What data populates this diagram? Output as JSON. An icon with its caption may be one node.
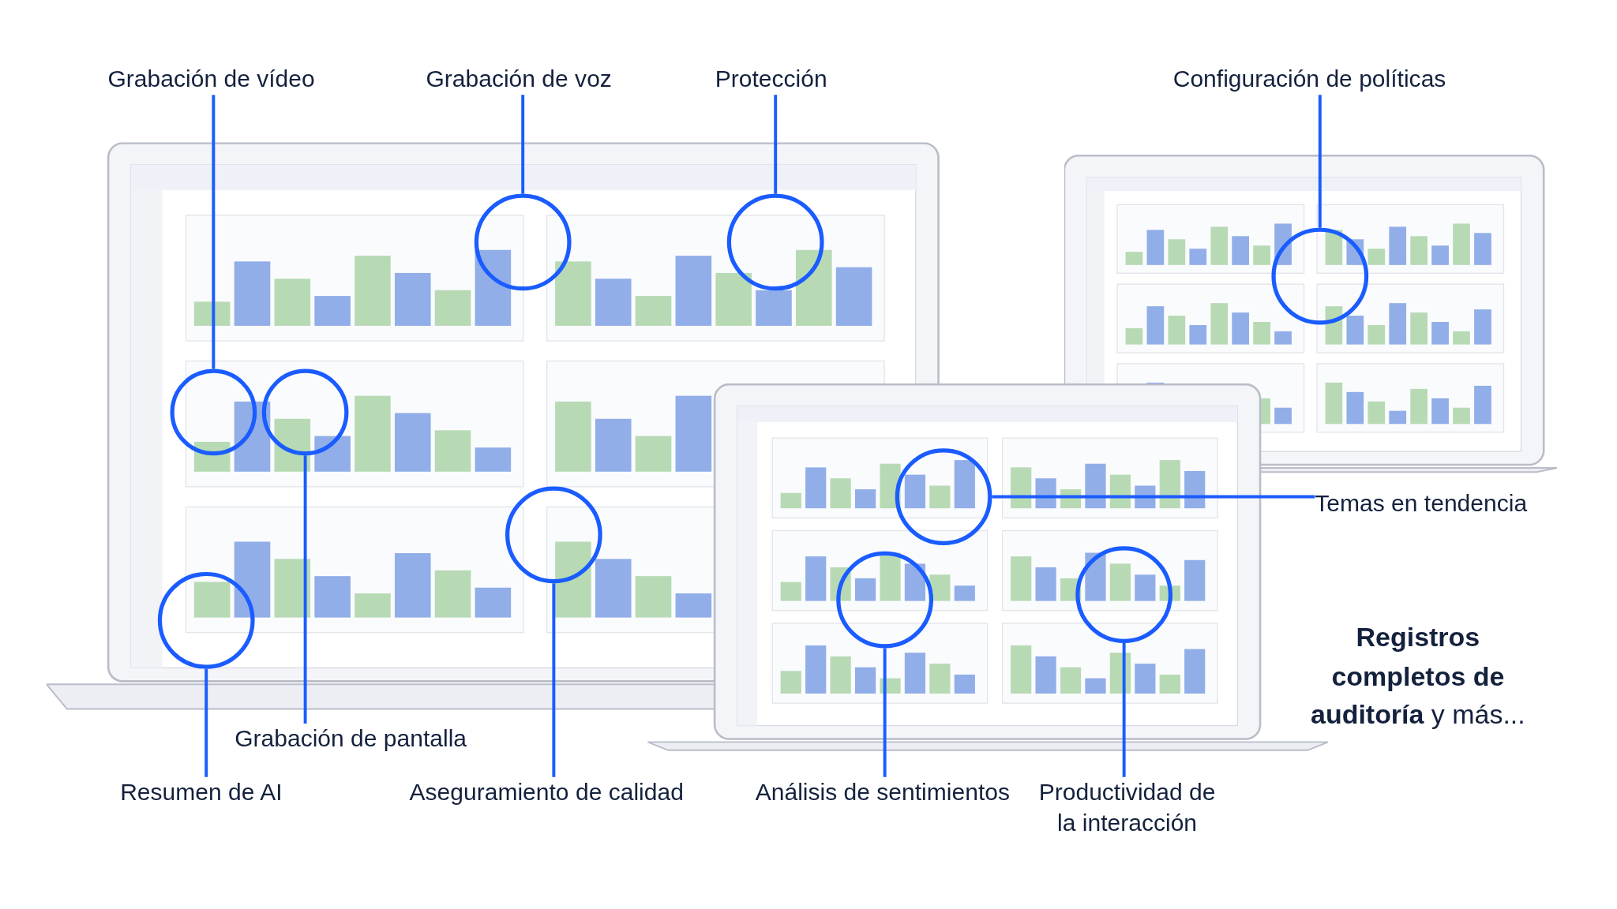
{
  "diagram": {
    "nodes": [
      {
        "text": [
          "Grabación de vídeo"
        ]
      },
      {
        "text": [
          "Grabación de voz"
        ]
      },
      {
        "text": [
          "Protección"
        ]
      },
      {
        "text": [
          "Configuración de políticas"
        ]
      },
      {
        "text": [
          "Temas en tendencia"
        ]
      },
      {
        "text": [
          "Grabación de pantalla"
        ]
      },
      {
        "text": [
          "Resumen de AI"
        ]
      },
      {
        "text": [
          "Aseguramiento de calidad"
        ]
      },
      {
        "text": [
          "Análisis de sentimientos"
        ]
      },
      {
        "text": [
          "Productividad de la interacción"
        ]
      },
      {
        "text": [],
        "shape": "picture"
      },
      {
        "text": [],
        "shape": "picture"
      },
      {
        "text": [],
        "shape": "picture"
      },
      {
        "text": [],
        "shape": "circle",
        "in": 10
      },
      {
        "text": [],
        "shape": "circle",
        "in": 10
      },
      {
        "text": [],
        "shape": "circle",
        "in": 10
      },
      {
        "text": [],
        "shape": "circle",
        "in": 11
      },
      {
        "text": [],
        "shape": "circle",
        "in": 12
      },
      {
        "text": [],
        "shape": "circle",
        "in": 10
      },
      {
        "text": [],
        "shape": "circle",
        "in": 10
      },
      {
        "text": [],
        "shape": "circle",
        "in": 10
      },
      {
        "text": [],
        "shape": "circle"
      },
      {
        "text": [],
        "shape": "circle",
        "in": 12
      }
    ],
    "edges": [
      {
        "from": 0,
        "to": 13,
        "arrow": "none"
      },
      {
        "from": 1,
        "to": 14,
        "arrow": "none"
      },
      {
        "from": 2,
        "to": 15,
        "arrow": "none"
      },
      {
        "from": 3,
        "to": 16,
        "arrow": "none"
      },
      {
        "from": 4,
        "to": 17,
        "arrow": "none"
      },
      {
        "from": 5,
        "to": 18,
        "arrow": "none"
      },
      {
        "from": 6,
        "to": 19,
        "arrow": "none"
      },
      {
        "from": 7,
        "to": 20,
        "arrow": "none"
      },
      {
        "from": 8,
        "to": 21,
        "arrow": "none"
      },
      {
        "from": 9,
        "to": 22,
        "arrow": "none"
      }
    ],
    "labels": [
      "**Registros completos de auditoría** y más..."
    ]
  }
}
